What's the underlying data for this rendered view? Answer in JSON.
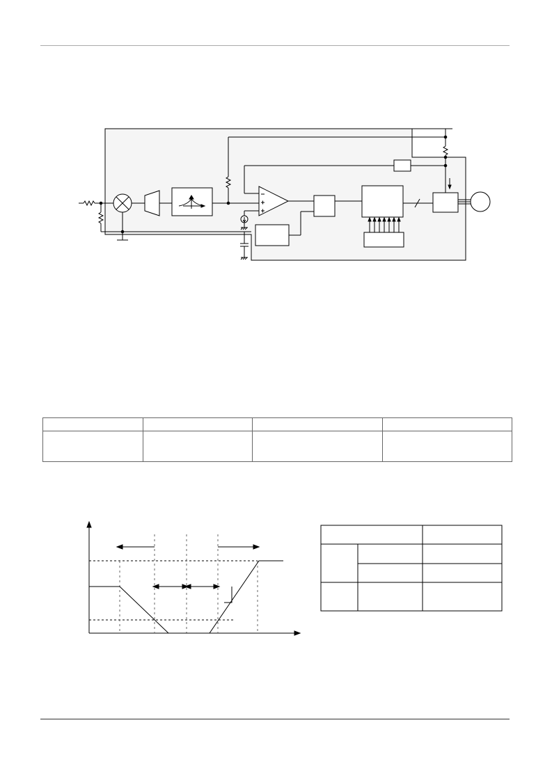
{
  "page": {
    "header_rule": true,
    "footer_rule": true
  },
  "block_diagram": {
    "background_color": "#f5f5f5",
    "line_color": "#000000",
    "components": [
      "input-resistor",
      "divider-resistor",
      "multiplier",
      "limiter",
      "bandpass-filter",
      "pullup-resistor",
      "comparator",
      "current-source",
      "capacitor",
      "ramp-block",
      "logic-block",
      "control-block",
      "input-register",
      "bus",
      "output-block",
      "motor",
      "supply-resistor",
      "feedback-block"
    ]
  },
  "table1": {
    "columns": 4,
    "rows": 2
  },
  "graph": {
    "line_color": "#000000",
    "dashed": true
  },
  "table2": {
    "rows": 4
  }
}
